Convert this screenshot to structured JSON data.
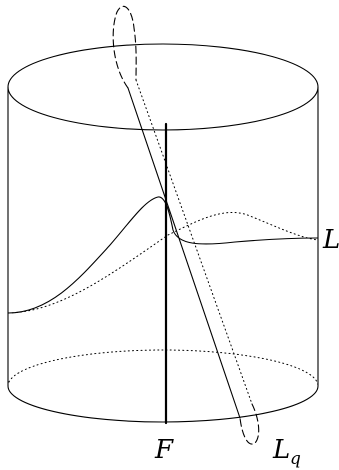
{
  "labels": {
    "L": "L",
    "F": "F",
    "Lq_main": "L",
    "Lq_sub": "q"
  }
}
